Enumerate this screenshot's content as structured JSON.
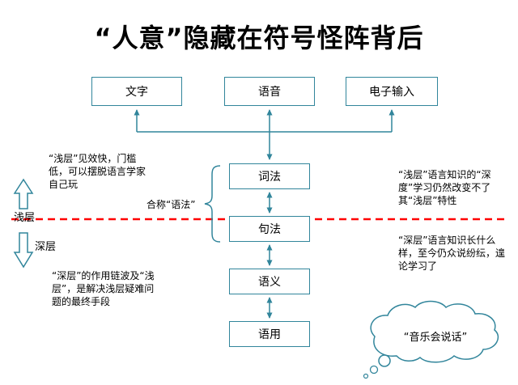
{
  "title": "“人意”隐藏在符号怪阵背后",
  "input_boxes": [
    {
      "label": "文字"
    },
    {
      "label": "语音"
    },
    {
      "label": "电子输入"
    }
  ],
  "chain_boxes": [
    {
      "label": "词法"
    },
    {
      "label": "句法"
    },
    {
      "label": "语义"
    },
    {
      "label": "语用"
    }
  ],
  "brace_label": "合称“语法”",
  "layers": {
    "shallow": "浅层",
    "deep": "深层"
  },
  "notes": {
    "left_top": "“浅层”见效快，门槛低，可以摆脱语言学家自己玩",
    "left_bottom": "“深层”的作用链波及“浅层”，是解决浅层疑难问题的最终手段",
    "right_top": "“浅层”语言知识的“深度”学习仍然改变不了其“浅层”特性",
    "right_bottom": "“深层”语言知识长什么样，至今仍众说纷纭，遑论学习了"
  },
  "cloud": {
    "label": "“音乐会说话”"
  },
  "colors": {
    "accent": "#31859b",
    "divider": "#ff0000"
  }
}
